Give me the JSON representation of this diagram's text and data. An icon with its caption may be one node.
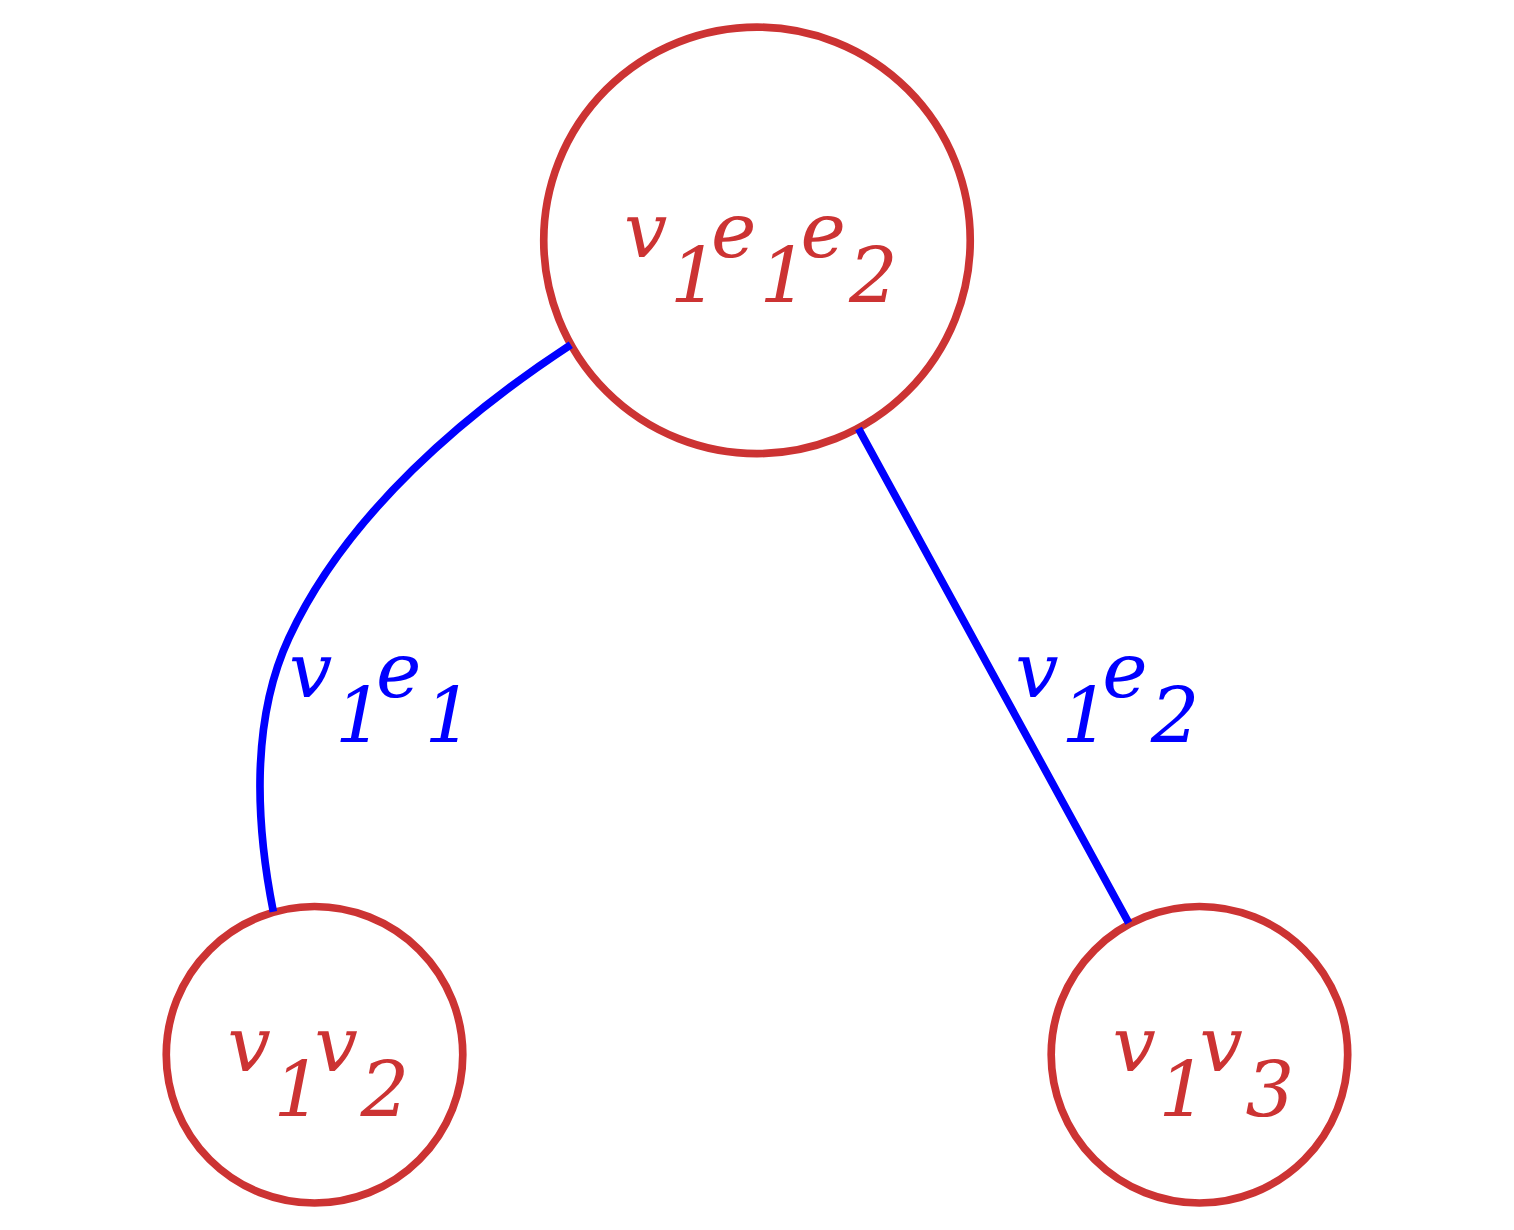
{
  "diagram": {
    "nodes": [
      {
        "text": [
          "v$_{1}$e$_{1}$e$_{2}$"
        ]
      },
      {
        "text": [
          "v$_{1}$v$_{2}$"
        ]
      },
      {
        "text": [
          "v$_{1}$v$_{3}$"
        ]
      }
    ],
    "edges": [
      {
        "from": 0,
        "to": 1,
        "arrow": "none",
        "label": "v$_{1}$e$_{1}$"
      },
      {
        "from": 0,
        "to": 2,
        "arrow": "none",
        "label": "v$_{1}$e$_{2}$"
      }
    ]
  }
}
